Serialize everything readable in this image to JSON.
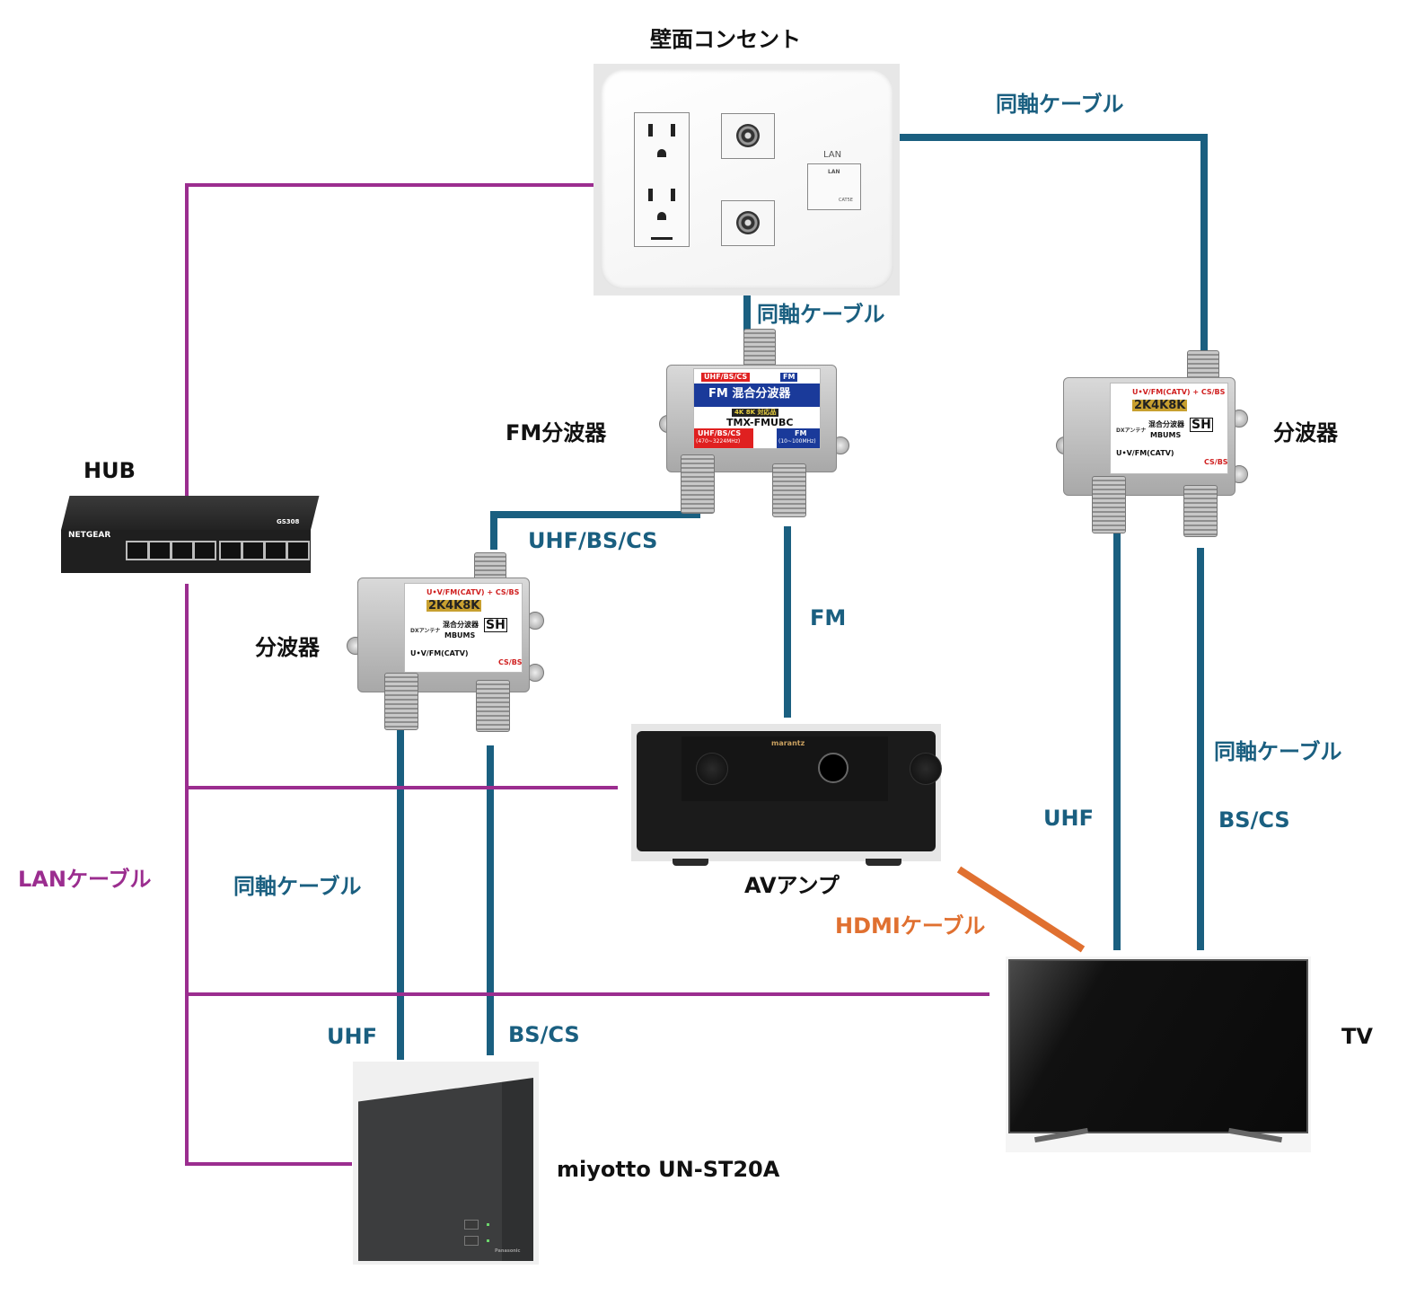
{
  "colors": {
    "coax": "#1a5f80",
    "lan": "#9b2d8f",
    "hdmi": "#e07030",
    "device_label": "#111111"
  },
  "devices": {
    "wall_outlet": {
      "label": "壁面コンセント",
      "lan_jack_label": "LAN",
      "lan_jack_inner_label": "LAN",
      "lan_jack_cat": "CAT5E"
    },
    "fm_splitter": {
      "label": "FM分波器",
      "product_title": "FM 混合分波器",
      "model": "TMX-FMUBC",
      "input_label": "UHF/BS/CS",
      "input_plus": "FM",
      "badge": "4K 8K 対応品",
      "out_left": "UHF/BS/CS",
      "out_left_range": "(470~3224MHz)",
      "out_right": "FM",
      "out_right_range": "(10~100MHz)"
    },
    "splitter_left": {
      "label": "分波器",
      "top_text": "U•V/FM(CATV) + CS/BS",
      "badge": "2K4K8K",
      "product_title": "混合分波器",
      "model": "MBUMS",
      "brand": "DXアンテナ",
      "sh_mark": "SH",
      "left_out": "U•V/FM(CATV)",
      "right_out": "CS/BS"
    },
    "splitter_right": {
      "label": "分波器",
      "top_text": "U•V/FM(CATV) + CS/BS",
      "badge": "2K4K8K",
      "product_title": "混合分波器",
      "model": "MBUMS",
      "brand": "DXアンテナ",
      "sh_mark": "SH",
      "left_out": "U•V/FM(CATV)",
      "right_out": "CS/BS"
    },
    "hub": {
      "label": "HUB",
      "brand": "NETGEAR",
      "model": "GS308",
      "port_count": 8
    },
    "av_amp": {
      "label": "AVアンプ",
      "brand": "marantz"
    },
    "tuner": {
      "label": "miyotto UN-ST20A",
      "brand": "Panasonic"
    },
    "tv": {
      "label": "TV"
    }
  },
  "cable_labels": {
    "coax_outlet_to_right_splitter": "同軸ケーブル",
    "coax_outlet_to_fm_splitter": "同軸ケーブル",
    "uhf_bs_cs": "UHF/BS/CS",
    "fm": "FM",
    "coax_left_splitter_to_tuner": "同軸ケーブル",
    "tuner_uhf": "UHF",
    "tuner_bs_cs": "BS/CS",
    "coax_right_splitter_to_tv": "同軸ケーブル",
    "tv_uhf": "UHF",
    "tv_bs_cs": "BS/CS",
    "lan": "LANケーブル",
    "hdmi": "HDMIケーブル"
  }
}
